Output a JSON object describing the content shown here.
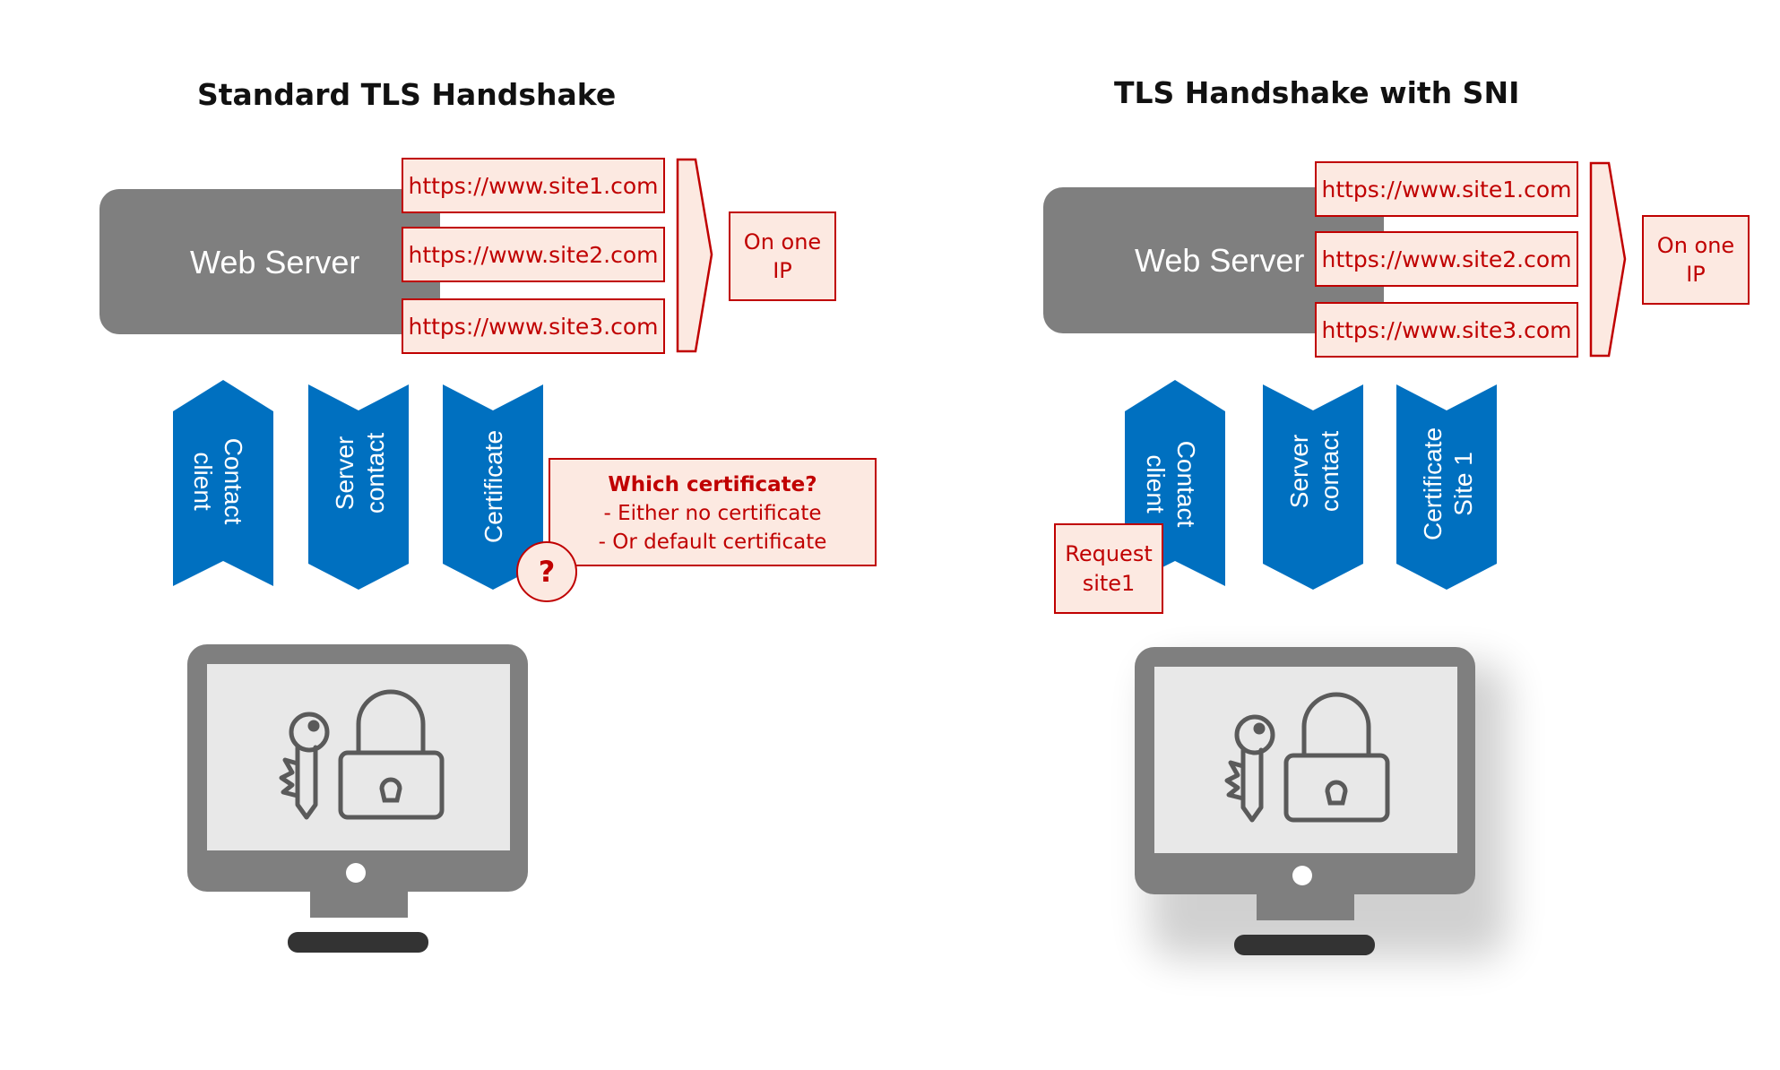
{
  "left": {
    "title": "Standard TLS Handshake",
    "server_label": "Web Server",
    "sites": [
      "https://www.site1.com",
      "https://www.site2.com",
      "https://www.site3.com"
    ],
    "ip_box": {
      "line1": "On one",
      "line2": "IP"
    },
    "chevrons": [
      {
        "line1": "Contact",
        "line2": "client"
      },
      {
        "line1": "Server",
        "line2": "contact"
      },
      {
        "line1": "Certificate",
        "line2": ""
      }
    ],
    "question_note": {
      "heading": "Which certificate?",
      "line1": "- Either no certificate",
      "line2": "- Or default certificate",
      "marker": "?"
    }
  },
  "right": {
    "title": "TLS Handshake with SNI",
    "server_label": "Web Server",
    "sites": [
      "https://www.site1.com",
      "https://www.site2.com",
      "https://www.site3.com"
    ],
    "ip_box": {
      "line1": "On one",
      "line2": "IP"
    },
    "chevrons": [
      {
        "line1": "Contact",
        "line2": "client"
      },
      {
        "line1": "Server",
        "line2": "contact"
      },
      {
        "line1": "Certificate",
        "line2": "Site 1"
      }
    ],
    "request_note": {
      "line1": "Request",
      "line2": "site1"
    }
  },
  "icons": [
    "monitor-icon",
    "key-icon",
    "padlock-icon",
    "bracket-arrow-icon",
    "chevron-arrow-icon"
  ],
  "colors": {
    "server": "#7f7f7f",
    "chevron": "#0070c0",
    "accent": "#c00000",
    "note_fill": "#fce9e1"
  }
}
